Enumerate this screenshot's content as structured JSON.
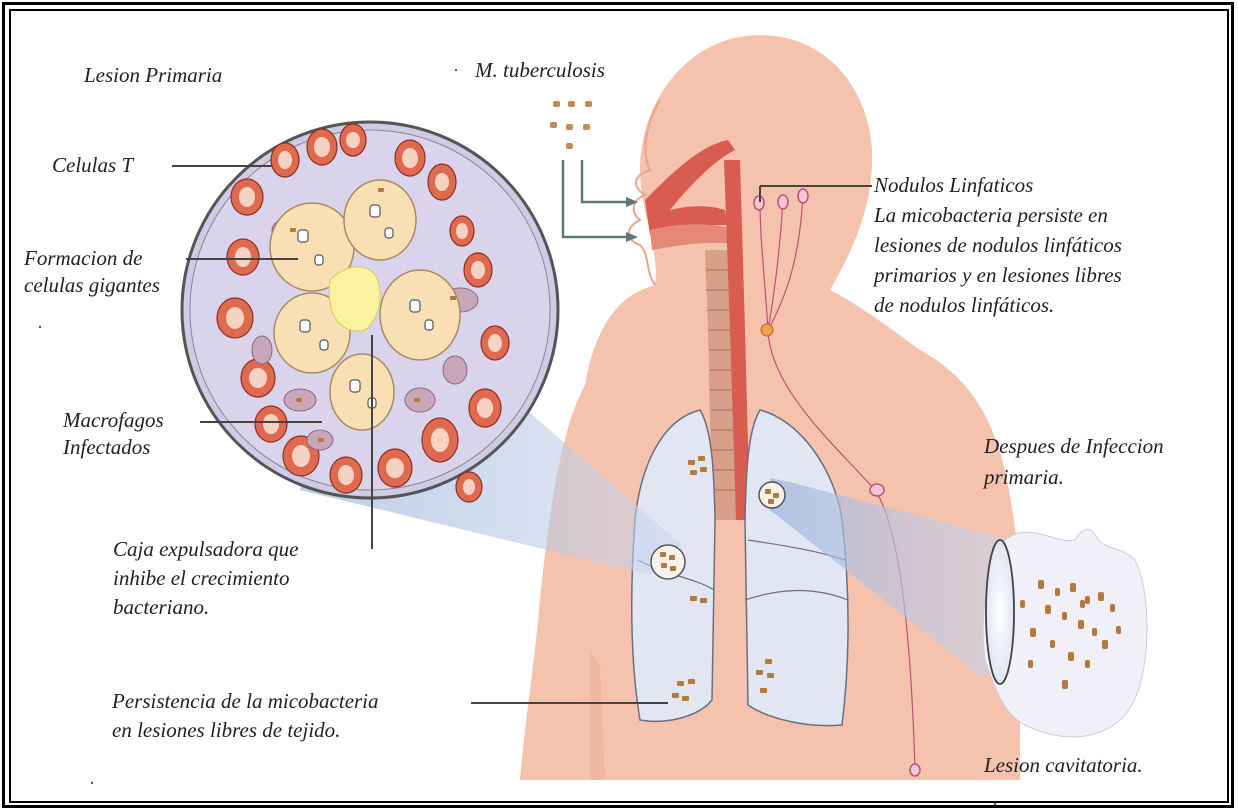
{
  "labels": {
    "lesion_primaria": "Lesion Primaria",
    "m_tuberculosis": "M. tuberculosis",
    "celulas_t": "Celulas T",
    "formacion_1": "Formacion de",
    "formacion_2": "celulas gigantes",
    "macrofagos_1": "Macrofagos",
    "macrofagos_2": "Infectados",
    "caja_1": "Caja expulsadora que",
    "caja_2": "inhibe el crecimiento",
    "caja_3": "bacteriano.",
    "persistencia_1": "Persistencia de la micobacteria",
    "persistencia_2": "en lesiones libres de tejido.",
    "nodulos_1": "Nodulos Linfaticos",
    "nodulos_2": "La micobacteria persiste en",
    "nodulos_3": "lesiones de nodulos linfáticos",
    "nodulos_4": "primarios y en lesiones libres",
    "nodulos_5": "de nodulos linfáticos.",
    "despues_1": "Despues de Infeccion",
    "despues_2": "primaria.",
    "lesion_cavitatoria": "Lesion cavitatoria."
  },
  "colors": {
    "skin": "#f4c2ad",
    "skin_dark": "#e9a58c",
    "lung": "#e2e6f2",
    "trachea": "#d85c4f",
    "cell_red": "#e06a4f",
    "giant_cell": "#f8e0b4",
    "lymph": "#c0507a",
    "bacteria": "#b8783c",
    "zoom_beam": "#b9c8e4"
  }
}
